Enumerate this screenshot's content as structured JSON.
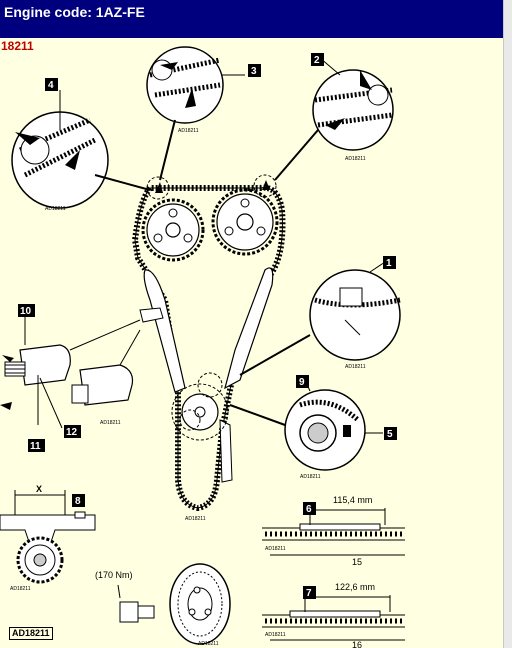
{
  "header": {
    "title": "Engine code: 1AZ-FE",
    "doc_number": "18211"
  },
  "callouts": [
    "1",
    "2",
    "3",
    "4",
    "5",
    "6",
    "7",
    "8",
    "9",
    "10",
    "11",
    "12"
  ],
  "measurements": {
    "dim1": "115,4 mm",
    "dim1_count": "15",
    "dim2": "122,6 mm",
    "dim2_count": "16",
    "torque": "(170 Nm)",
    "gauge_label": "X"
  },
  "figure_code": "AD18211",
  "small_ref": "AD18211",
  "colors": {
    "title_bg": "#00007e",
    "doc_number": "#c00000",
    "background": "#ffffe2"
  }
}
